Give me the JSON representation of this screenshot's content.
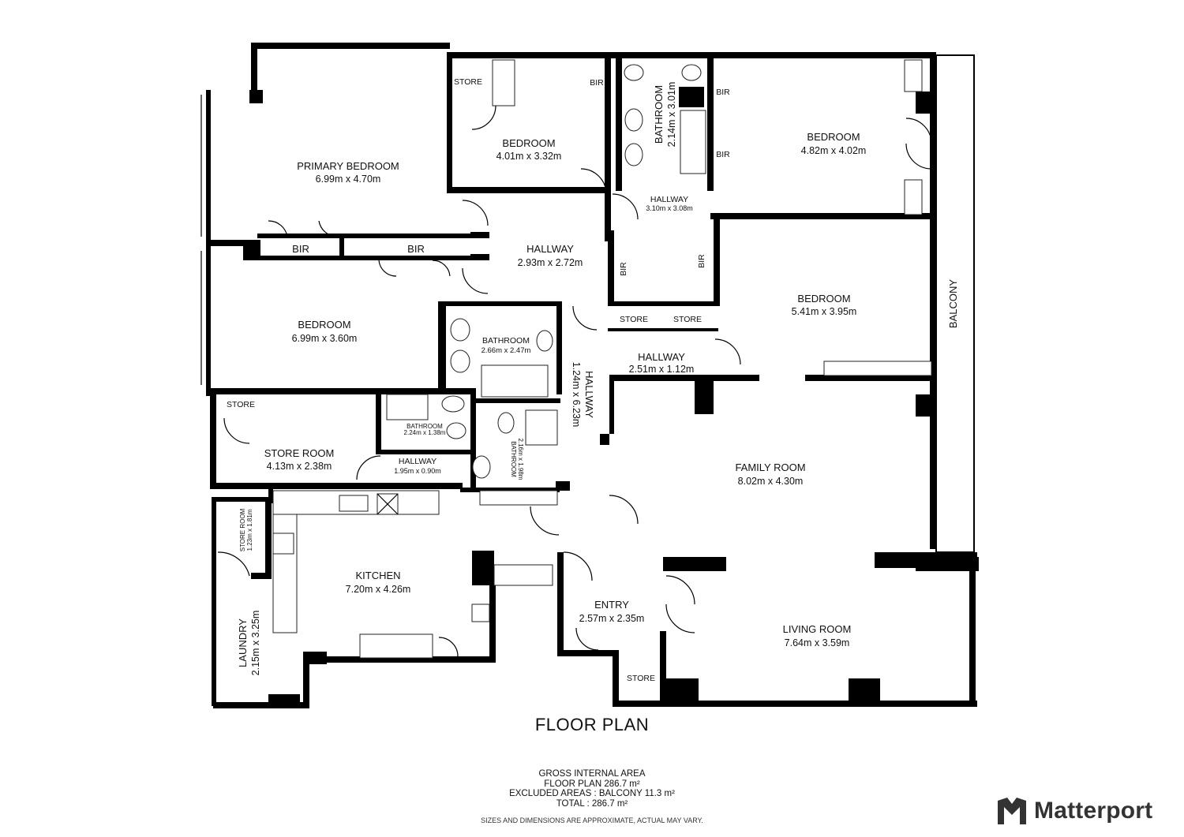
{
  "rooms": {
    "primary_bedroom": {
      "name": "PRIMARY BEDROOM",
      "dims": "6.99m x 4.70m"
    },
    "bedroom_top": {
      "name": "BEDROOM",
      "dims": "4.01m x 3.32m"
    },
    "bathroom_top": {
      "name": "BATHROOM",
      "dims": "2.14m x 3.01m"
    },
    "bedroom_right_top": {
      "name": "BEDROOM",
      "dims": "4.82m x 4.02m"
    },
    "hallway_small": {
      "name": "HALLWAY",
      "dims": "3.10m x 3.08m"
    },
    "hallway_center": {
      "name": "HALLWAY",
      "dims": "2.93m x 2.72m"
    },
    "bedroom_right_mid": {
      "name": "BEDROOM",
      "dims": "5.41m x 3.95m"
    },
    "bedroom_left": {
      "name": "BEDROOM",
      "dims": "6.99m x 3.60m"
    },
    "bathroom_center": {
      "name": "BATHROOM",
      "dims": "2.66m x 2.47m"
    },
    "hallway_long": {
      "name": "HALLWAY",
      "dims": "1.24m x 6.23m"
    },
    "hallway_mid": {
      "name": "HALLWAY",
      "dims": "2.51m x 1.12m"
    },
    "store_room": {
      "name": "STORE ROOM",
      "dims": "4.13m x 2.38m"
    },
    "bathroom_small": {
      "name": "BATHROOM",
      "dims": "2.24m x 1.38m"
    },
    "hallway_tiny": {
      "name": "HALLWAY",
      "dims": "1.95m x 0.90m"
    },
    "bathroom_vert": {
      "name": "BATHROOM",
      "dims": "2.16m x 1.98m"
    },
    "family_room": {
      "name": "FAMILY ROOM",
      "dims": "8.02m x 4.30m"
    },
    "store_room_small": {
      "name": "STORE ROOM",
      "dims": "1.23m x 1.81m"
    },
    "kitchen": {
      "name": "KITCHEN",
      "dims": "7.20m x 4.26m"
    },
    "laundry": {
      "name": "LAUNDRY",
      "dims": "2.15m x 3.25m"
    },
    "entry": {
      "name": "ENTRY",
      "dims": "2.57m x 2.35m"
    },
    "living_room": {
      "name": "LIVING ROOM",
      "dims": "7.64m x 3.59m"
    },
    "balcony": {
      "name": "BALCONY"
    }
  },
  "tags": {
    "store": "STORE",
    "bir": "BIR"
  },
  "footer": {
    "title": "FLOOR PLAN",
    "area_lines": [
      "GROSS INTERNAL AREA",
      "FLOOR PLAN 286.7 m²",
      "EXCLUDED AREAS :   BALCONY 11.3 m²",
      "TOTAL :  286.7 m²"
    ],
    "disclaimer": "SIZES AND DIMENSIONS ARE APPROXIMATE, ACTUAL MAY VARY.",
    "brand": "Matterport"
  }
}
